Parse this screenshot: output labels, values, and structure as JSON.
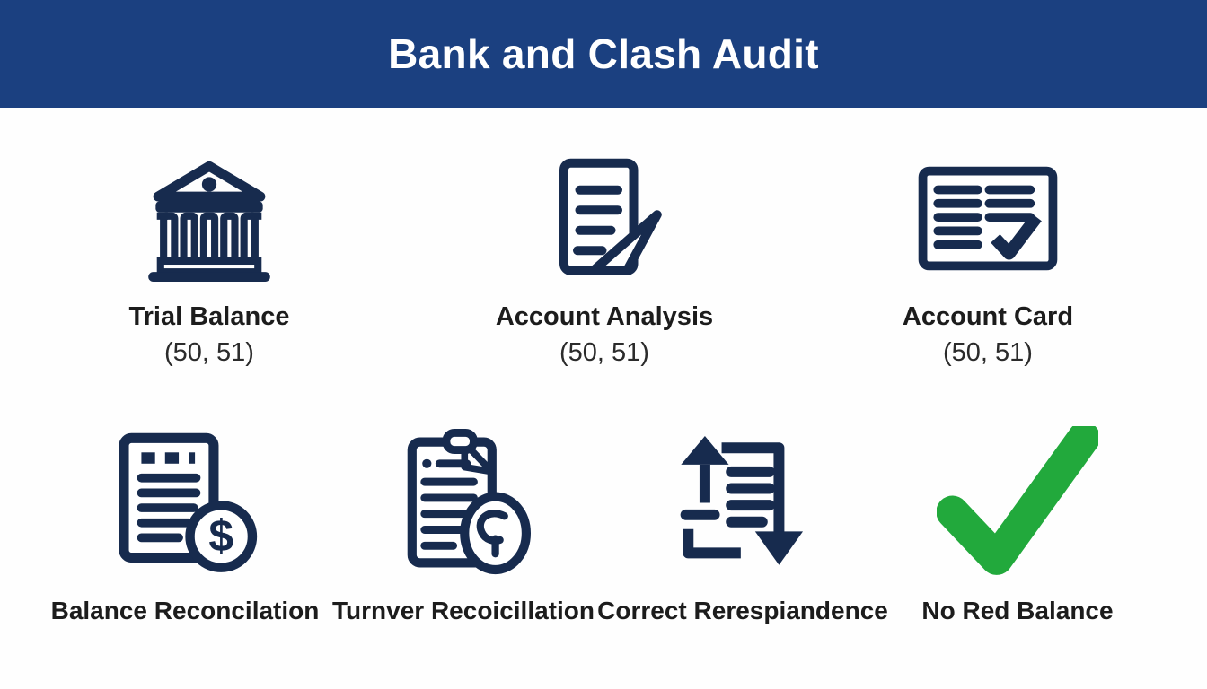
{
  "title": "Bank and Clash Audit",
  "colors": {
    "header_bg": "#1b4080",
    "icon_navy": "#172b4e",
    "check_green": "#22a93c"
  },
  "row1": [
    {
      "label": "Trial Balance",
      "sub": "(50, 51)",
      "icon": "bank-icon"
    },
    {
      "label": "Account Analysis",
      "sub": "(50, 51)",
      "icon": "document-icon"
    },
    {
      "label": "Account Card",
      "sub": "(50, 51)",
      "icon": "card-check-icon"
    }
  ],
  "row2": [
    {
      "label": "Balance Reconcilation",
      "icon": "document-dollar-icon"
    },
    {
      "label": "Turnver Recoicillation",
      "icon": "clipboard-verify-icon"
    },
    {
      "label": "Correct Rerespiandence",
      "icon": "turnover-arrows-icon"
    },
    {
      "label": "No Red Balance",
      "icon": "green-check-icon"
    }
  ]
}
